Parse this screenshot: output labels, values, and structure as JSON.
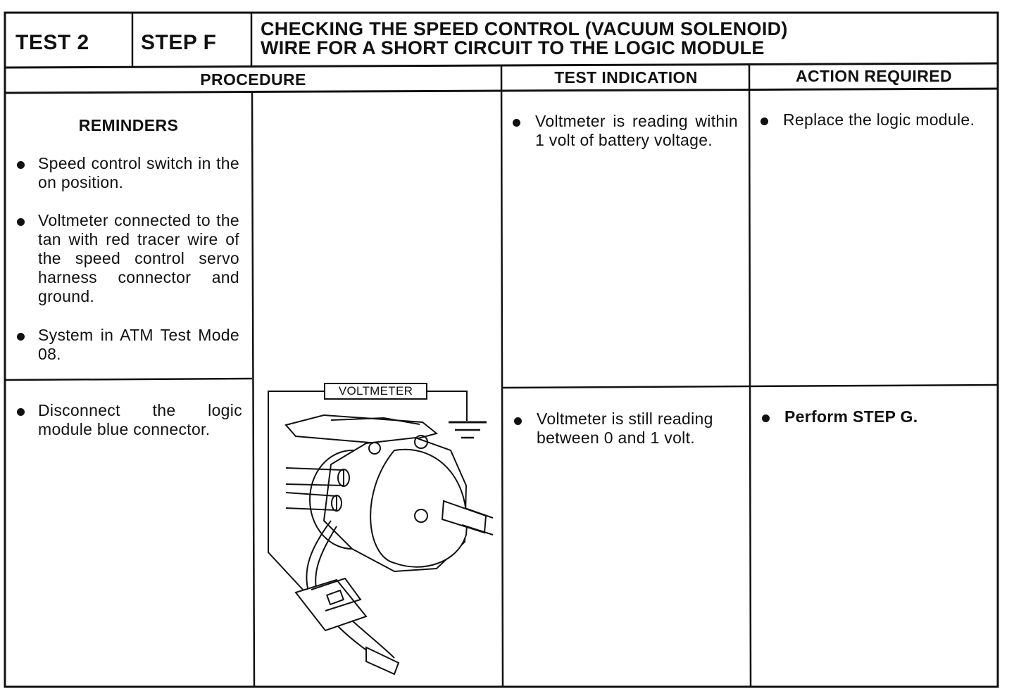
{
  "header": {
    "test_label": "TEST 2",
    "step_label": "STEP F",
    "title_line1": "CHECKING THE SPEED CONTROL (VACUUM SOLENOID)",
    "title_line2": "WIRE FOR A SHORT CIRCUIT TO THE LOGIC MODULE"
  },
  "columns": {
    "procedure": "PROCEDURE",
    "test_indication": "TEST INDICATION",
    "action_required": "ACTION REQUIRED"
  },
  "reminders": {
    "heading": "REMINDERS",
    "items": [
      "Speed control switch in the on position.",
      "Voltmeter connected to the tan with red tracer wire of the speed control servo harness connector and ground.",
      "System in ATM Test Mode 08."
    ]
  },
  "procedure_step": "Disconnect the logic module blue connector.",
  "figure": {
    "voltmeter_label": "VOLTMETER"
  },
  "rows": [
    {
      "indication": "Voltmeter is reading within 1 volt of battery voltage.",
      "action": "Replace the logic module."
    },
    {
      "indication": "Voltmeter is still reading between 0 and 1 volt.",
      "action": "Perform STEP G."
    }
  ]
}
